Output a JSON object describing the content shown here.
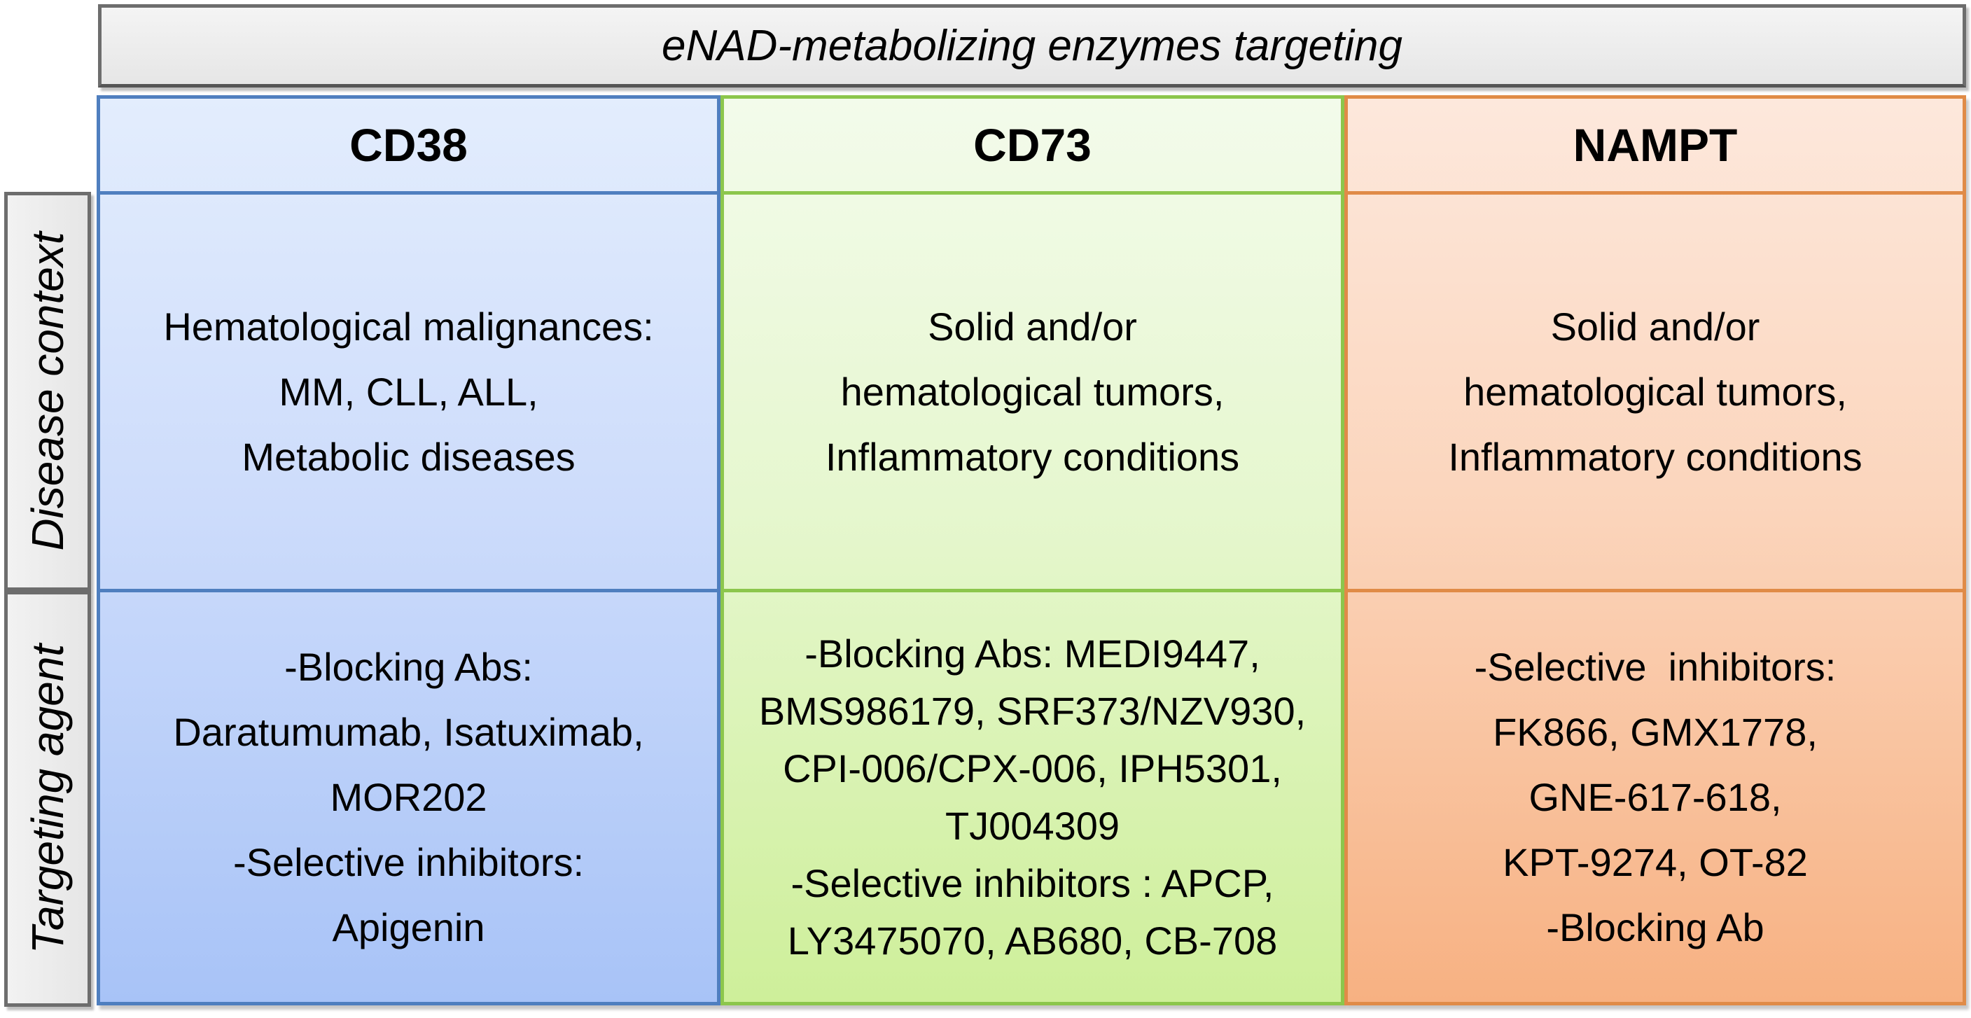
{
  "title": "eNAD-metabolizing enzymes targeting",
  "row_labels": {
    "disease": "Disease context",
    "targeting": "Targeting agent"
  },
  "columns": [
    {
      "name": "CD38",
      "color": "#4f7fbf",
      "disease": [
        "Hematological malignances:",
        "MM, CLL, ALL,",
        "Metabolic diseases"
      ],
      "agents": [
        "-Blocking Abs:",
        "Daratumumab, Isatuximab,",
        "MOR202",
        "-Selective inhibitors:",
        "Apigenin"
      ]
    },
    {
      "name": "CD73",
      "color": "#8cc64c",
      "disease": [
        "Solid and/or",
        "hematological tumors,",
        "Inflammatory conditions"
      ],
      "agents": [
        "-Blocking Abs: MEDI9447,",
        "BMS986179, SRF373/NZV930,",
        "CPI-006/CPX-006, IPH5301,",
        "TJ004309",
        "-Selective inhibitors : APCP,",
        "LY3475070, AB680, CB-708"
      ]
    },
    {
      "name": "NAMPT",
      "color": "#e08b47",
      "disease": [
        "Solid and/or",
        "hematological tumors,",
        "Inflammatory conditions"
      ],
      "agents": [
        "-Selective  inhibitors:",
        "FK866, GMX1778,",
        "GNE-617-618,",
        "KPT-9274, OT-82",
        "-Blocking Ab"
      ]
    }
  ]
}
